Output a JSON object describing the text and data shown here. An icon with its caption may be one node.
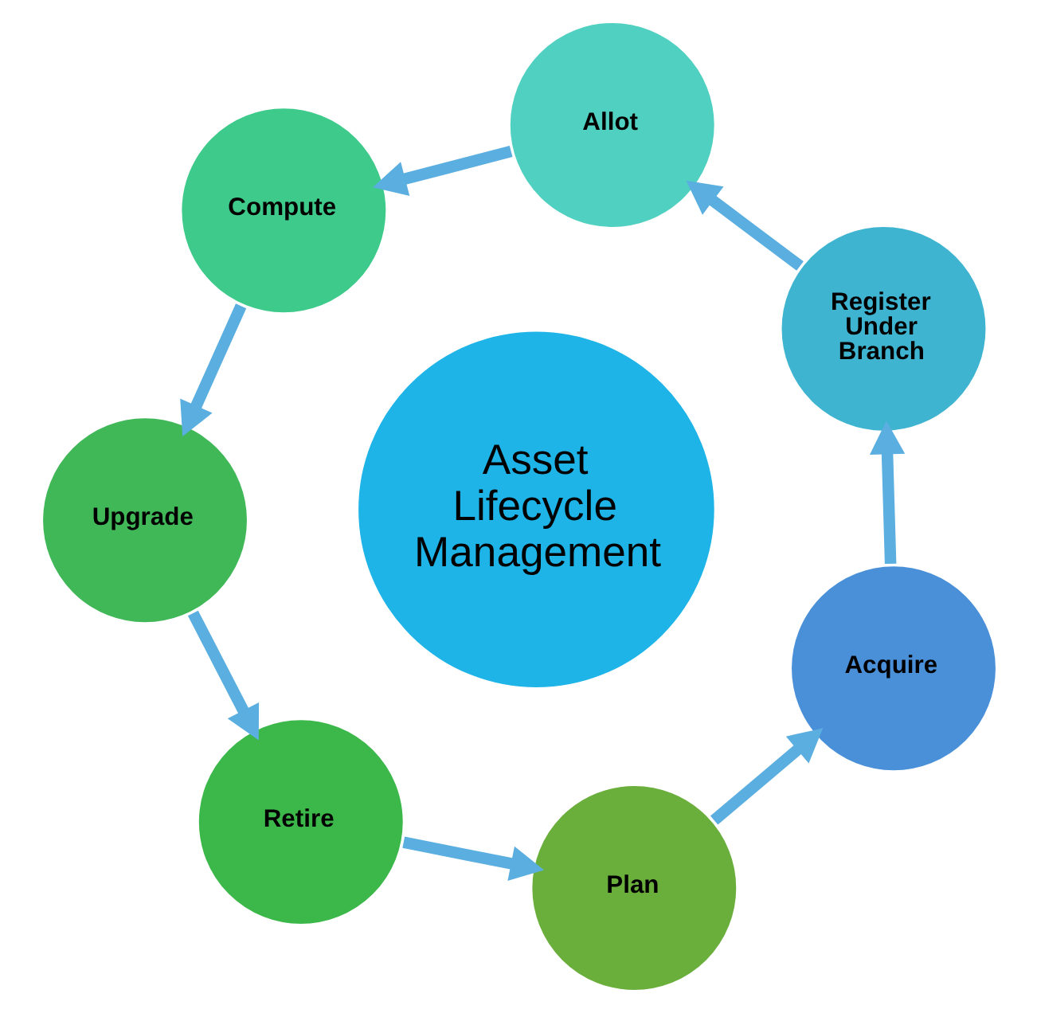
{
  "diagram": {
    "nodes": [
      {
        "text": [
          "Asset Lifecycle Management"
        ]
      },
      {
        "text": [
          "Acquire"
        ]
      },
      {
        "text": [
          "Register Under Branch"
        ]
      },
      {
        "text": [
          "Allot"
        ]
      },
      {
        "text": [
          "Compute"
        ]
      },
      {
        "text": [
          "Upgrade"
        ]
      },
      {
        "text": [
          "Retire"
        ]
      },
      {
        "text": [
          "Plan"
        ]
      }
    ],
    "edges": [
      {
        "from": 1,
        "to": 2,
        "arrow": "to"
      },
      {
        "from": 2,
        "to": 3,
        "arrow": "to"
      },
      {
        "from": 3,
        "to": 4,
        "arrow": "to"
      },
      {
        "from": 4,
        "to": 5,
        "arrow": "to"
      },
      {
        "from": 5,
        "to": 6,
        "arrow": "to"
      },
      {
        "from": 6,
        "to": 7,
        "arrow": "to"
      },
      {
        "from": 7,
        "to": 1,
        "arrow": "to"
      }
    ]
  }
}
